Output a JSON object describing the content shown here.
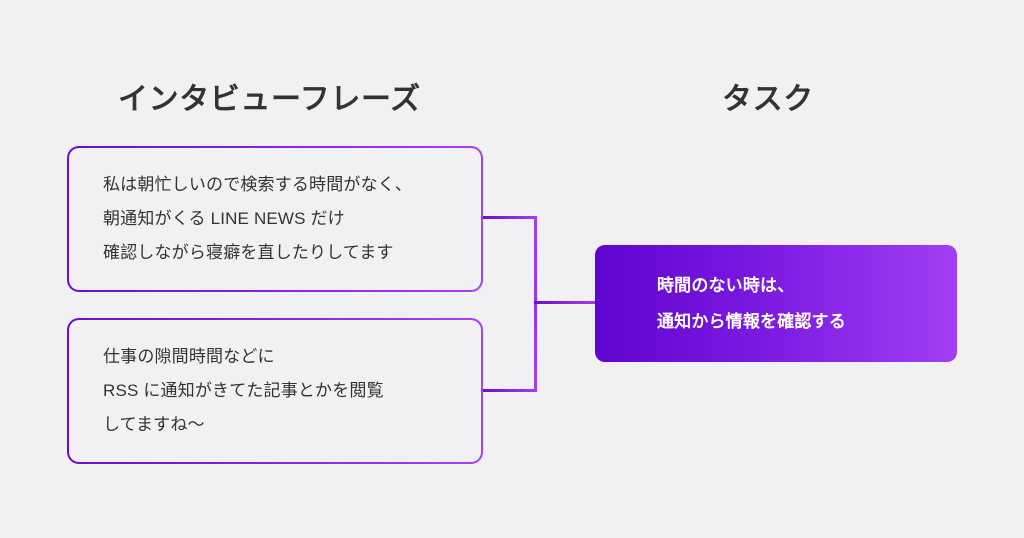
{
  "columns": {
    "phrases_heading": "インタビューフレーズ",
    "task_heading": "タスク"
  },
  "phrase_cards": [
    {
      "lines": [
        "私は朝忙しいので検索する時間がなく、",
        "朝通知がくる LINE NEWS だけ",
        "確認しながら寝癖を直したりしてます"
      ]
    },
    {
      "lines": [
        "仕事の隙間時間などに",
        "RSS に通知がきてた記事とかを閲覧",
        "してますね〜"
      ]
    }
  ],
  "task_card": {
    "lines": [
      "時間のない時は、",
      "通知から情報を確認する"
    ]
  },
  "colors": {
    "background": "#f1f0f3",
    "gradient_start": "#6a0dd0",
    "gradient_end": "#a33ef5",
    "task_fill_start": "#6005d0",
    "task_fill_end": "#a33ef5",
    "text_dark": "#333336",
    "text_light": "#ffffff"
  }
}
